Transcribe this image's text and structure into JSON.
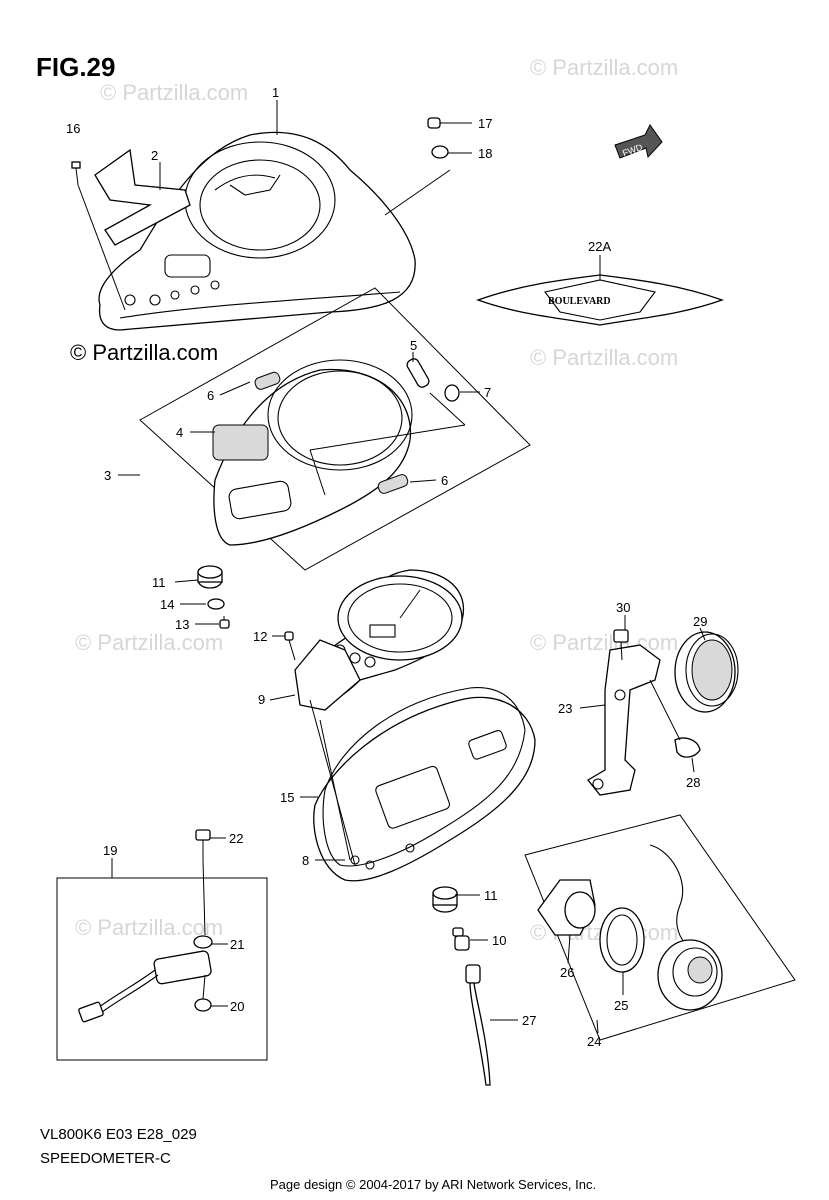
{
  "figure_title": "FIG.29",
  "copyright_label": "© Partzilla.com",
  "watermark_text": "© Partzilla.com",
  "footer": {
    "code": "VL800K6 E03 E28_029",
    "name": "SPEEDOMETER-C",
    "credit": "Page design © 2004-2017 by ARI Network Services, Inc."
  },
  "emblem_text": "BOULEVARD",
  "fwd_text": "FWD",
  "part_labels": {
    "p1": "1",
    "p2": "2",
    "p3": "3",
    "p4": "4",
    "p5": "5",
    "p6a": "6",
    "p6b": "6",
    "p7": "7",
    "p8": "8",
    "p9": "9",
    "p10": "10",
    "p11a": "11",
    "p11b": "11",
    "p12": "12",
    "p13": "13",
    "p14": "14",
    "p15": "15",
    "p16": "16",
    "p17": "17",
    "p18": "18",
    "p19": "19",
    "p20": "20",
    "p21": "21",
    "p22": "22",
    "p22a": "22A",
    "p23": "23",
    "p24": "24",
    "p25": "25",
    "p26": "26",
    "p27": "27",
    "p28": "28",
    "p29": "29",
    "p30": "30"
  },
  "colors": {
    "line": "#000000",
    "watermark": "#d6d6d6",
    "shade": "#d9d9d9"
  }
}
